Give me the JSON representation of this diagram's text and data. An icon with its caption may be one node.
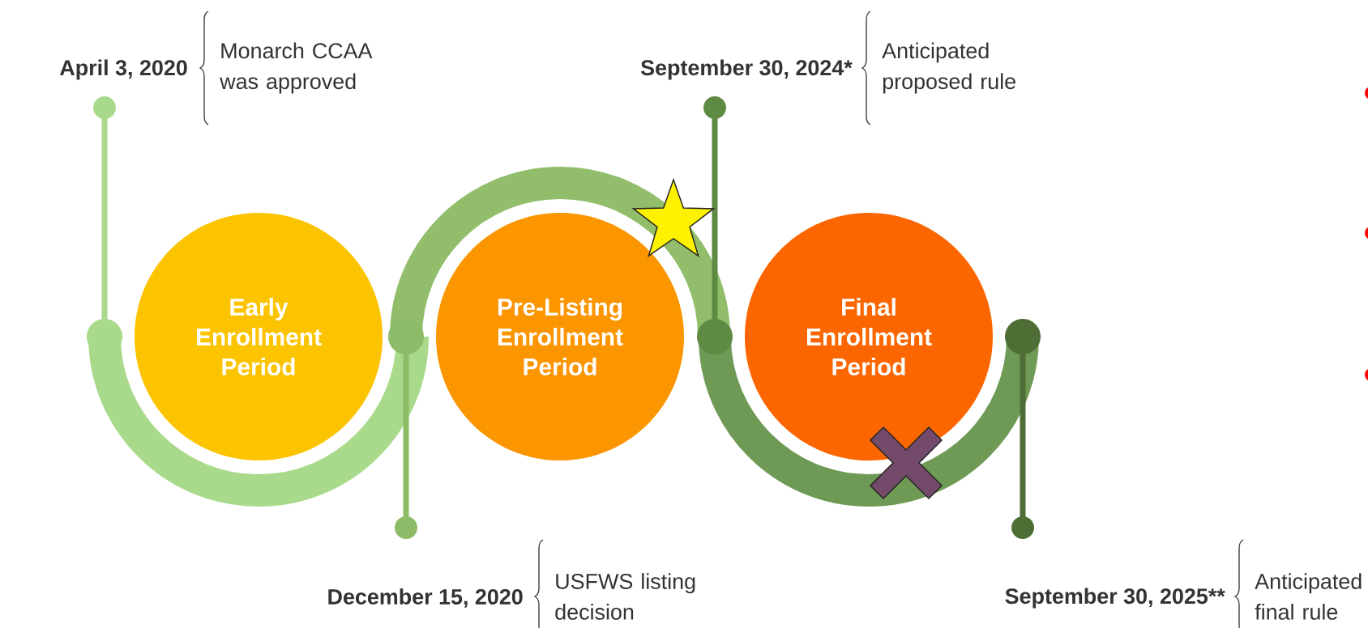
{
  "diagram": {
    "nodes": [
      {
        "text": [
          "Early Enrollment Period"
        ]
      },
      {
        "text": [
          "Pre-Listing Enrollment Period"
        ]
      },
      {
        "text": [
          "Final Enrollment Period"
        ]
      },
      {
        "text": [],
        "shape": "star"
      },
      {
        "text": [],
        "shape": "cross"
      }
    ],
    "labels": [
      "April 3, 2020",
      "Monarch CCAA was approved",
      "September 30, 2024*",
      "Anticipated proposed rule",
      "December 15, 2020",
      "USFWS listing decision",
      "September 30, 2025**",
      "Anticipated final rule"
    ]
  }
}
